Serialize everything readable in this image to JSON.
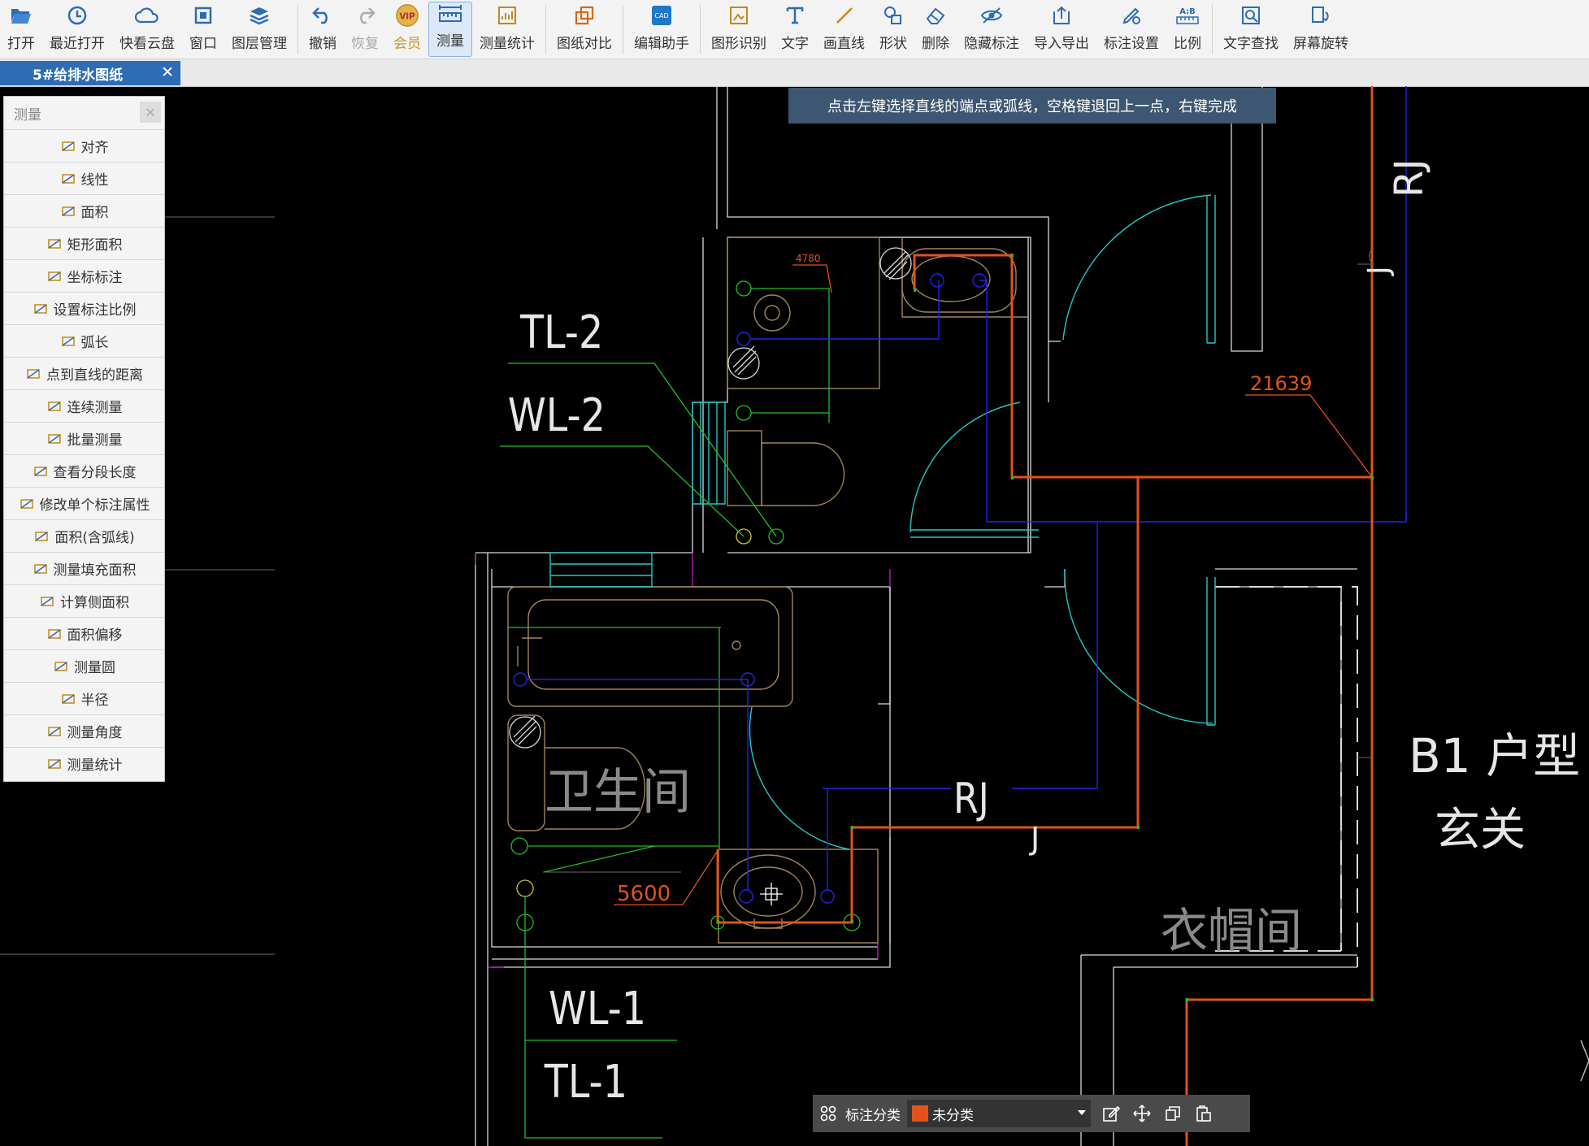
{
  "toolbar": {
    "items": [
      {
        "label": "打开",
        "icon": "folder-open-icon"
      },
      {
        "label": "最近打开",
        "icon": "recent-clock-icon"
      },
      {
        "label": "快看云盘",
        "icon": "cloud-icon"
      },
      {
        "label": "窗口",
        "icon": "window-icon"
      },
      {
        "label": "图层管理",
        "icon": "layers-icon"
      },
      {
        "label": "撤销",
        "icon": "undo-icon"
      },
      {
        "label": "恢复",
        "icon": "redo-icon"
      },
      {
        "label": "会员",
        "icon": "vip-icon"
      },
      {
        "label": "测量",
        "icon": "ruler-icon"
      },
      {
        "label": "测量统计",
        "icon": "measure-stats-icon"
      },
      {
        "label": "图纸对比",
        "icon": "compare-icon"
      },
      {
        "label": "编辑助手",
        "icon": "cad-edit-icon"
      },
      {
        "label": "图形识别",
        "icon": "shape-recognize-icon"
      },
      {
        "label": "文字",
        "icon": "text-icon"
      },
      {
        "label": "画直线",
        "icon": "line-icon"
      },
      {
        "label": "形状",
        "icon": "shape-icon"
      },
      {
        "label": "删除",
        "icon": "eraser-icon"
      },
      {
        "label": "隐藏标注",
        "icon": "hide-eye-icon"
      },
      {
        "label": "导入导出",
        "icon": "import-export-icon"
      },
      {
        "label": "标注设置",
        "icon": "annotation-settings-icon"
      },
      {
        "label": "比例",
        "icon": "scale-icon"
      },
      {
        "label": "文字查找",
        "icon": "text-search-icon"
      },
      {
        "label": "屏幕旋转",
        "icon": "rotate-screen-icon"
      }
    ],
    "vip_badge": "VIP"
  },
  "tab": {
    "title": "5#给排水图纸",
    "close": "✕"
  },
  "hint": "点击左键选择直线的端点或弧线，空格键退回上一点，右键完成",
  "panel": {
    "title": "测量",
    "close": "✕",
    "items": [
      "对齐",
      "线性",
      "面积",
      "矩形面积",
      "坐标标注",
      "设置标注比例",
      "弧长",
      "点到直线的距离",
      "连续测量",
      "批量测量",
      "查看分段长度",
      "修改单个标注属性",
      "面积(含弧线)",
      "测量填充面积",
      "计算侧面积",
      "面积偏移",
      "测量圆",
      "半径",
      "测量角度",
      "测量统计"
    ]
  },
  "bottombar": {
    "label": "标注分类",
    "selected": "未分类",
    "swatch_color": "#e2521a"
  },
  "drawing": {
    "labels": {
      "tl2": "TL-2",
      "wl2": "WL-2",
      "wl1": "WL-1",
      "tl1": "TL-1",
      "rj_top": "RJ",
      "j_top": "J",
      "rj_mid": "RJ",
      "j_mid": "J",
      "b1": "B1 户型",
      "xuanguan": "玄关",
      "yimaojian": "衣帽间",
      "weishengjian": "卫生间"
    },
    "dims": {
      "d4780": "4780",
      "d21639": "21639",
      "d5600": "5600"
    },
    "colors": {
      "wall": "#d9d9d9",
      "pipe": "#e2521a",
      "green": "#22c022",
      "blue": "#2323e8",
      "cyan": "#22c8c8",
      "fixture": "#a0865a",
      "magenta": "#c020c0"
    }
  }
}
